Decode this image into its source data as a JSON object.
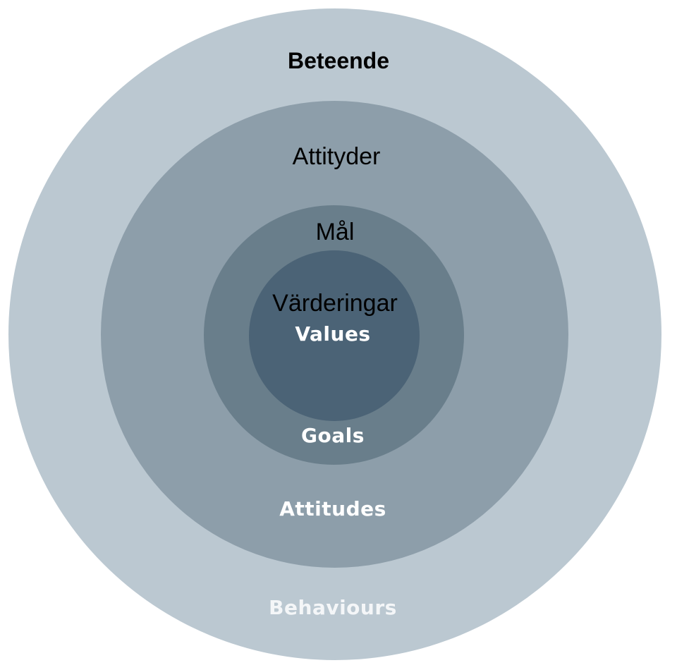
{
  "colors": {
    "background": "#ffffff",
    "ring_outer": "#bbc8d1",
    "ring_second": "#8d9eaa",
    "ring_third": "#697e8b",
    "ring_core": "#4b6376",
    "swedish_text": "#000000",
    "english_text": "#ffffff"
  },
  "layers": [
    {
      "id": "behaviours",
      "swedish": "Beteende",
      "english": "Behaviours"
    },
    {
      "id": "attitudes",
      "swedish": "Attityder",
      "english": "Attitudes"
    },
    {
      "id": "goals",
      "swedish": "Mål",
      "english": "Goals"
    },
    {
      "id": "values",
      "swedish": "Värderingar",
      "english": "Values"
    }
  ]
}
